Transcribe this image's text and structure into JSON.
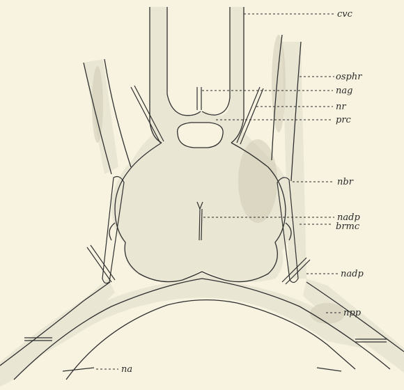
{
  "figure": {
    "labels": {
      "cvc": "cvc",
      "osphr": "osphr",
      "nag": "nag",
      "nr": "nr",
      "prc": "prc",
      "nbr": "nbr",
      "nadp_center": "nadp",
      "brmc": "brmc",
      "nadp_right": "nadp",
      "npp": "npp",
      "na": "na"
    }
  }
}
